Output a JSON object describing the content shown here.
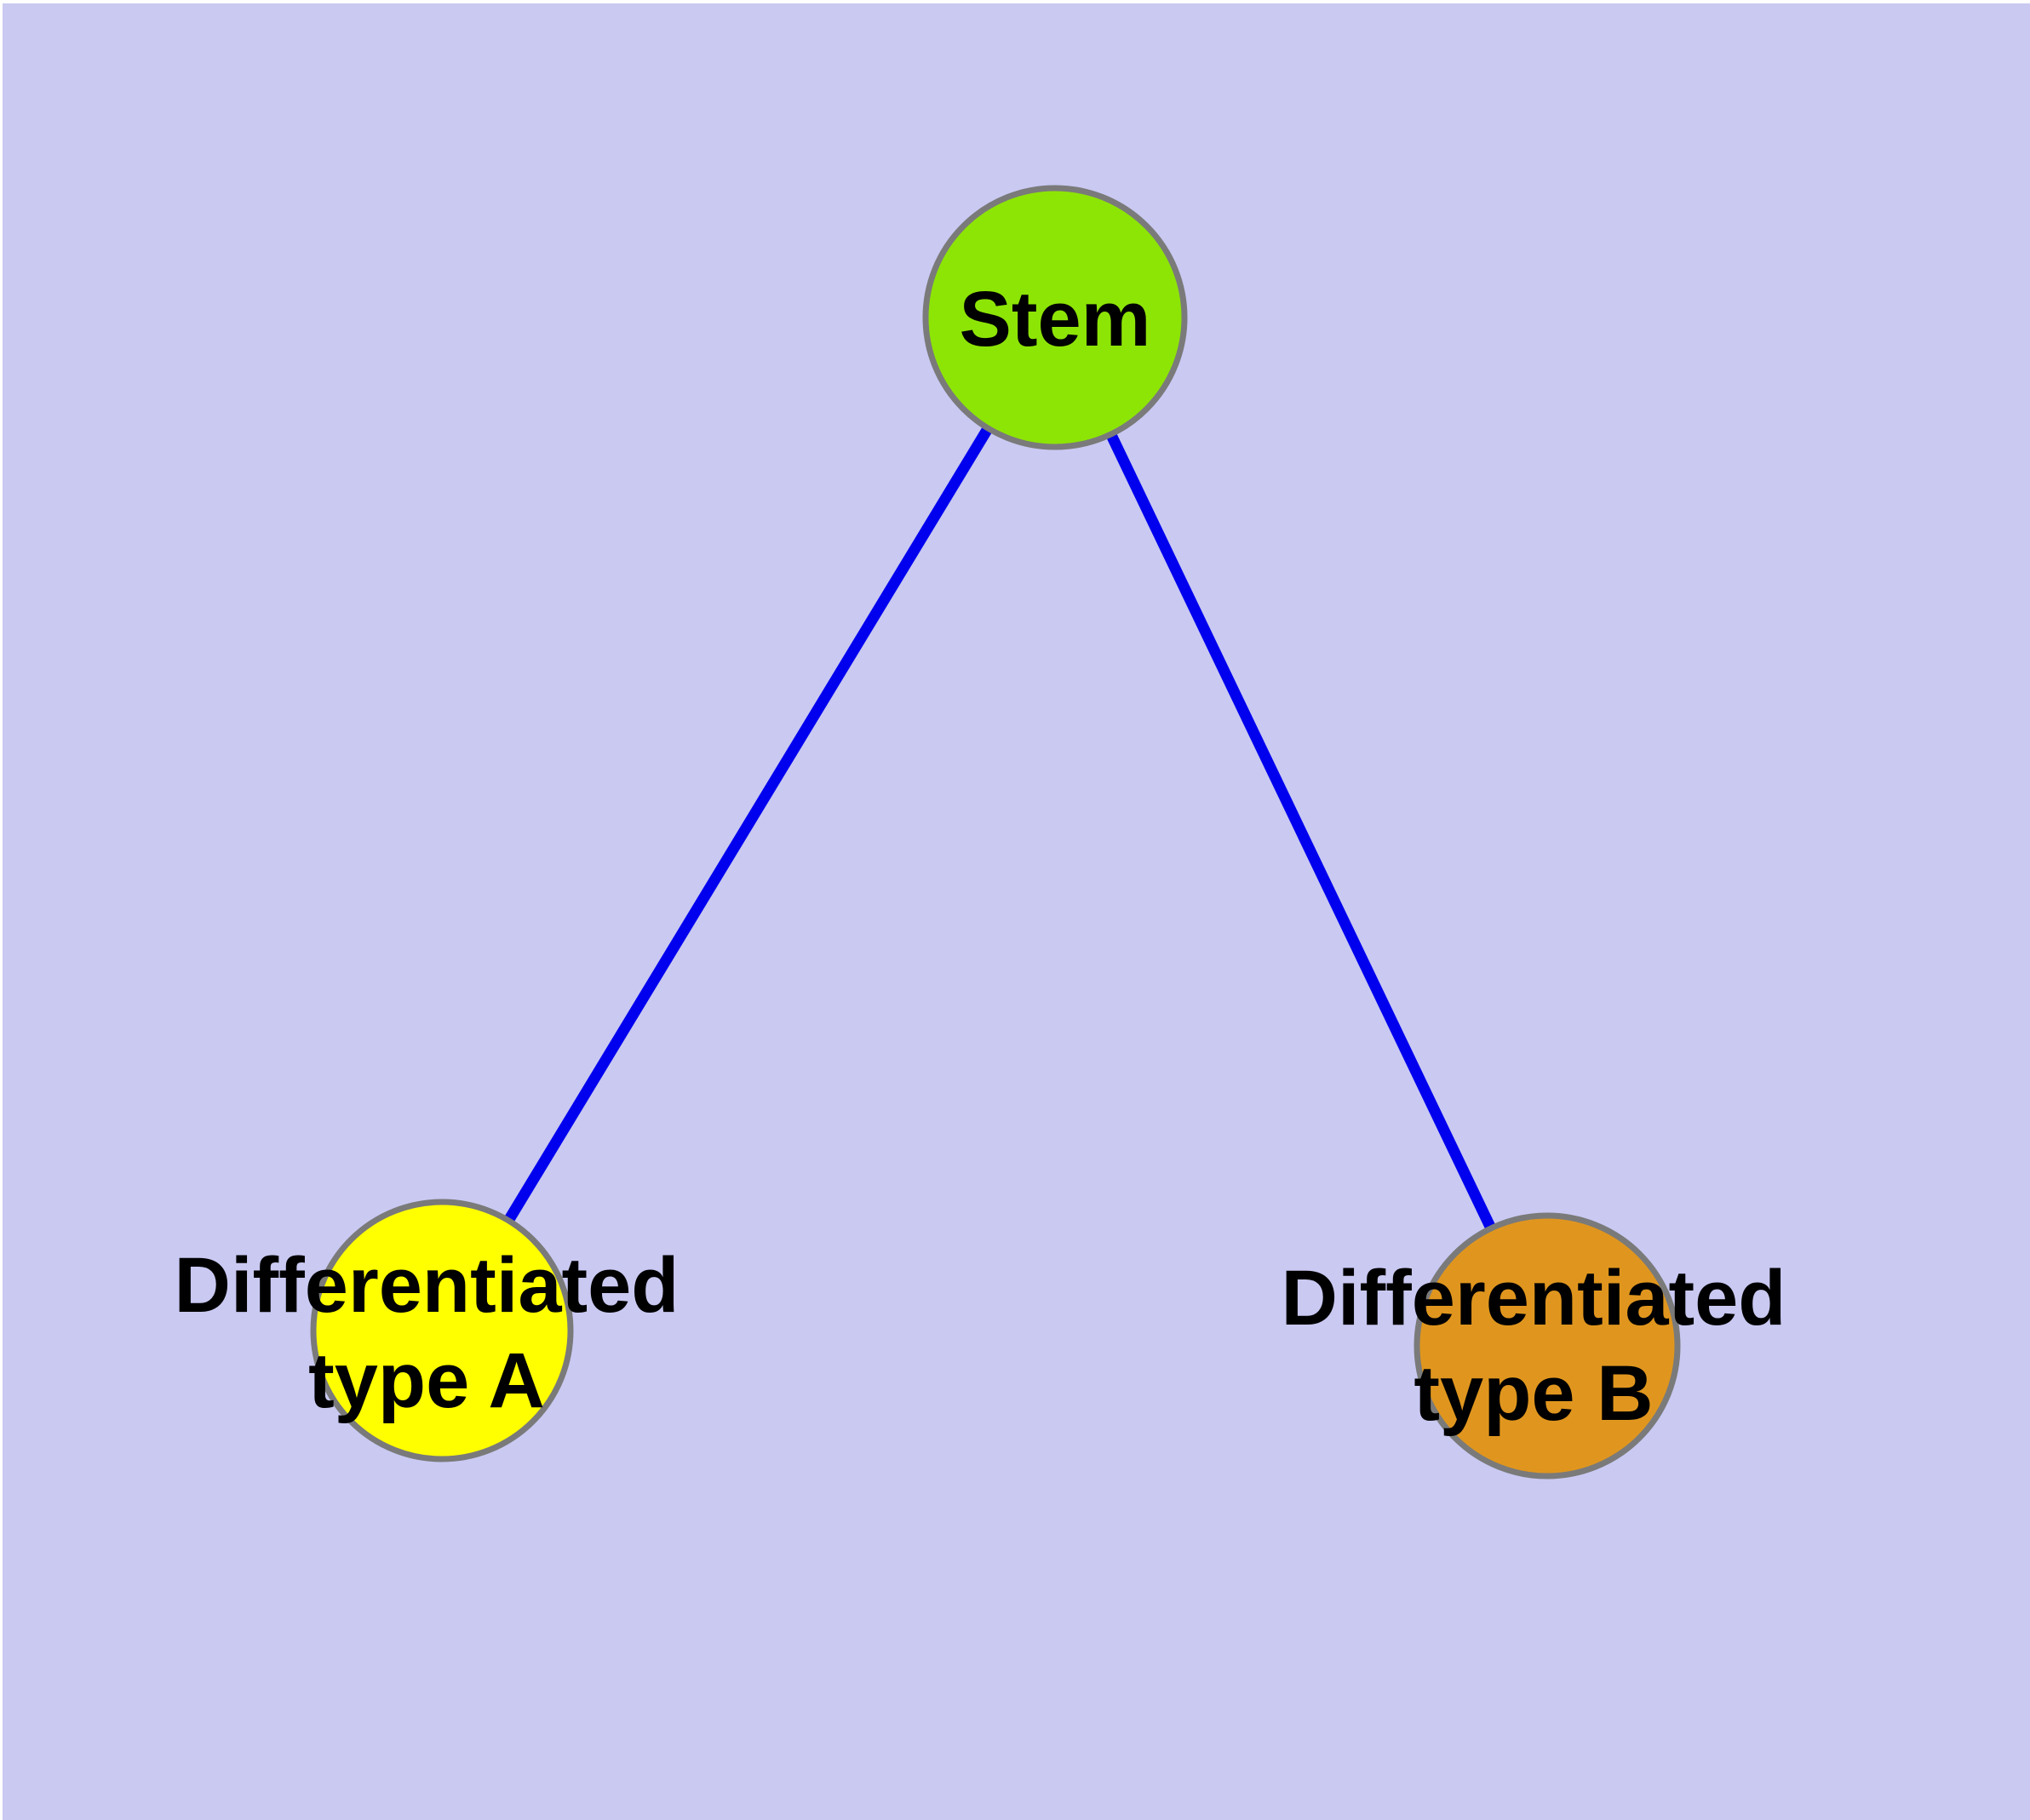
{
  "canvas": {
    "margin_color": "#FFFFFF",
    "background_color": "#C9C9F2"
  },
  "nodes": {
    "stem": {
      "label": "Stem",
      "fill": "#8DE506",
      "border_color": "#7A7A7A"
    },
    "type_a": {
      "label_line1": "Differentiated",
      "label_line2": "type A",
      "fill": "#FFFF00",
      "border_color": "#7A7A7A"
    },
    "type_b": {
      "label_line1": "Differentiated",
      "label_line2": "type B",
      "fill": "#E0961E",
      "border_color": "#7A7A7A"
    }
  },
  "edges": {
    "color": "#0000EE",
    "items": [
      {
        "from": "Stem",
        "to": "Differentiated type A"
      },
      {
        "from": "Stem",
        "to": "Differentiated type B"
      }
    ]
  }
}
